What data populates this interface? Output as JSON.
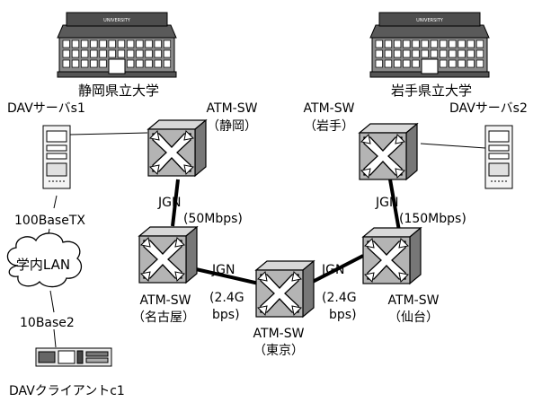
{
  "buildings": {
    "shizuoka": {
      "caption": "静岡県立大学",
      "sign": "UNIVERSITY"
    },
    "iwate": {
      "caption": "岩手県立大学",
      "sign": "UNIVERSITY"
    }
  },
  "servers": {
    "s1": {
      "label": "DAVサーバs1"
    },
    "s2": {
      "label": "DAVサーバs2"
    }
  },
  "switches": {
    "shizuoka": {
      "line1": "ATM-SW",
      "line2": "（静岡）"
    },
    "iwate": {
      "line1": "ATM-SW",
      "line2": "（岩手）"
    },
    "nagoya": {
      "line1": "ATM-SW",
      "line2": "（名古屋）"
    },
    "tokyo": {
      "line1": "ATM-SW",
      "line2": "（東京）"
    },
    "sendai": {
      "line1": "ATM-SW",
      "line2": "（仙台）"
    }
  },
  "links": {
    "left": {
      "name": "JGN",
      "speed": "(50Mbps)"
    },
    "right": {
      "name": "JGN",
      "speed": "(150Mbps)"
    },
    "nagoya_tokyo": {
      "name": "JGN",
      "speed_line1": "(2.4G",
      "speed_line2": "bps)"
    },
    "sendai_tokyo": {
      "name": "JGN",
      "speed_line1": "(2.4G",
      "speed_line2": "bps)"
    }
  },
  "lan": {
    "uplink": "100BaseTX",
    "cloud": "学内LAN",
    "downlink": "10Base2"
  },
  "client": {
    "label": "DAVクライアントc1"
  }
}
